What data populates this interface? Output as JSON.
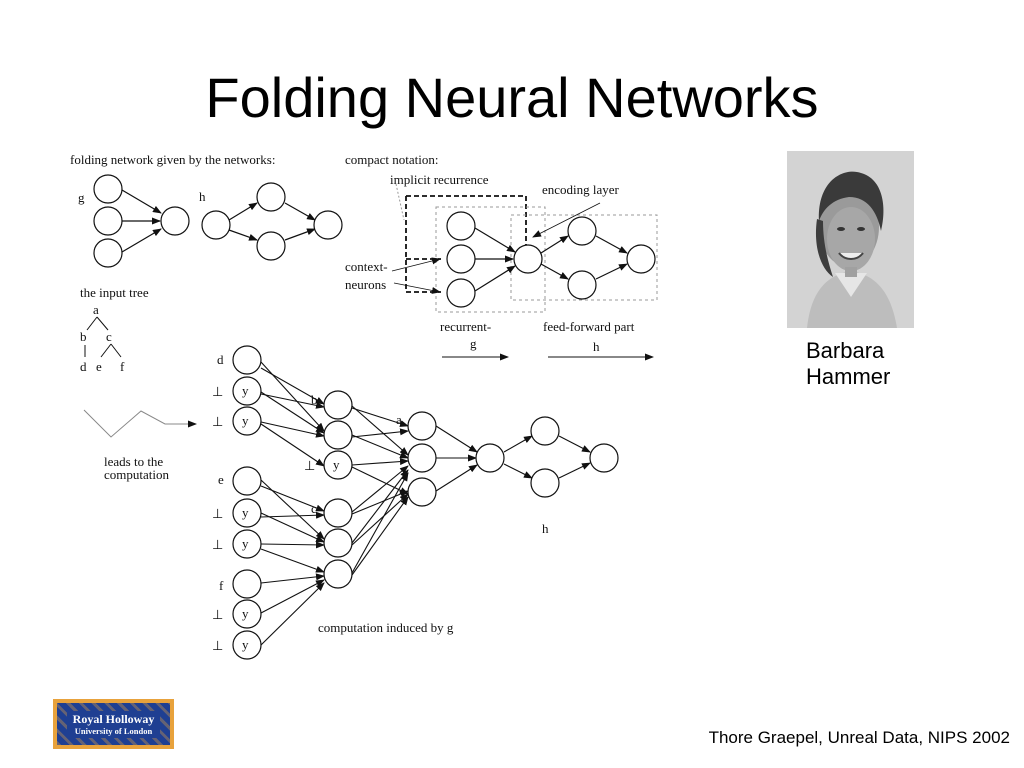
{
  "title": "Folding Neural Networks",
  "diagram": {
    "top_left_heading": "folding network given by the networks:",
    "label_g": "g",
    "label_h": "h",
    "input_tree_heading": "the input tree",
    "tree": {
      "a": "a",
      "b": "b",
      "c": "c",
      "d": "d",
      "e": "e",
      "f": "f"
    },
    "leads_to": [
      "leads to the",
      "computation"
    ],
    "compact_heading": "compact notation:",
    "implicit_recurrence": "implicit recurrence",
    "encoding_layer": "encoding layer",
    "context_neurons": [
      "context-",
      "neurons"
    ],
    "recurrent": [
      "recurrent-",
      "g"
    ],
    "feedforward": [
      "feed-forward part",
      "h"
    ],
    "comp_labels": {
      "d": "d",
      "e": "e",
      "f": "f",
      "b": "b",
      "c": "c",
      "a": "a",
      "h": "h",
      "bottom": "⊥",
      "y": "y"
    },
    "computation_caption": "computation induced by g"
  },
  "photo_caption": [
    "Barbara",
    "Hammer"
  ],
  "footer": "Thore Graepel, Unreal Data, NIPS 2002",
  "logo": [
    "Royal Holloway",
    "University of London"
  ]
}
